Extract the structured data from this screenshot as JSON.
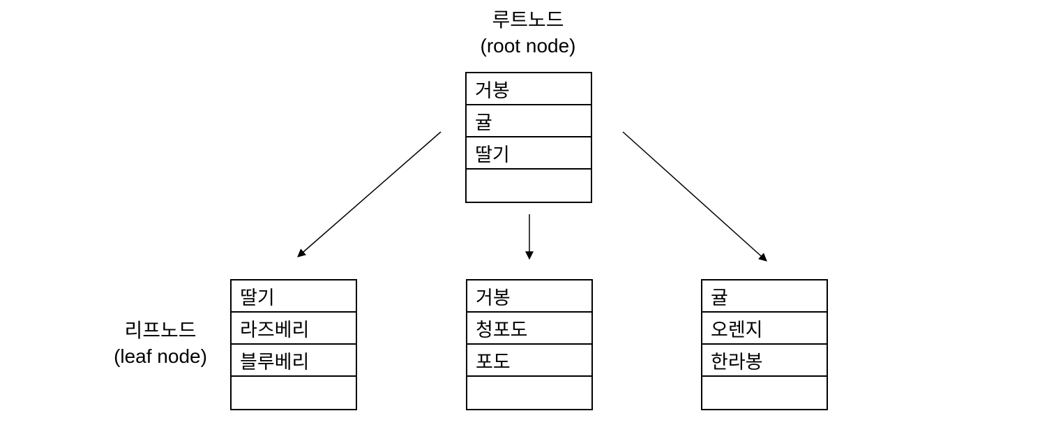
{
  "labels": {
    "root": {
      "line1": "루트노드",
      "line2": "(root node)"
    },
    "leaf": {
      "line1": "리프노드",
      "line2": "(leaf node)"
    }
  },
  "root_node": {
    "rows": [
      "거봉",
      "귤",
      "딸기",
      ""
    ]
  },
  "leaf_nodes": [
    {
      "rows": [
        "딸기",
        "라즈베리",
        "블루베리",
        ""
      ]
    },
    {
      "rows": [
        "거봉",
        "청포도",
        "포도",
        ""
      ]
    },
    {
      "rows": [
        "귤",
        "오렌지",
        "한라봉",
        ""
      ]
    }
  ],
  "colors": {
    "line": "#000000",
    "text": "#000000",
    "background": "#ffffff"
  }
}
